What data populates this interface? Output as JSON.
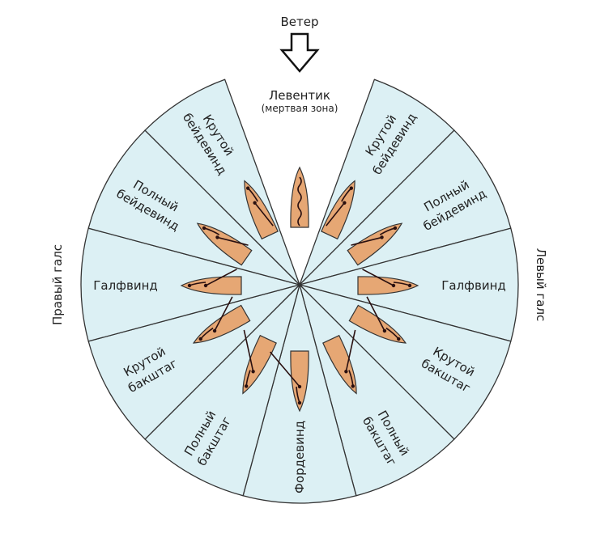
{
  "title": "Ветер",
  "dead_zone": {
    "label": "Левентик",
    "sublabel": "(мертвая зона)"
  },
  "sides": {
    "left": "Правый галс",
    "right": "Левый галс"
  },
  "sectors_left": [
    {
      "line1": "Крутой",
      "line2": "бейдевинд"
    },
    {
      "line1": "Полный",
      "line2": "бейдевинд"
    },
    {
      "line1": "Галфвинд",
      "line2": ""
    },
    {
      "line1": "Крутой",
      "line2": "бакштаг"
    },
    {
      "line1": "Полный",
      "line2": "бакштаг"
    }
  ],
  "sectors_right": [
    {
      "line1": "Крутой",
      "line2": "бейдевинд"
    },
    {
      "line1": "Полный",
      "line2": "бейдевинд"
    },
    {
      "line1": "Галфвинд",
      "line2": ""
    },
    {
      "line1": "Крутой",
      "line2": "бакштаг"
    },
    {
      "line1": "Полный",
      "line2": "бакштаг"
    }
  ],
  "run": {
    "label": "Фордевинд"
  },
  "colors": {
    "sector_fill": "#dcf0f4",
    "boat_fill": "#e6a774",
    "stroke": "#333333",
    "sail": "#2a1010"
  }
}
